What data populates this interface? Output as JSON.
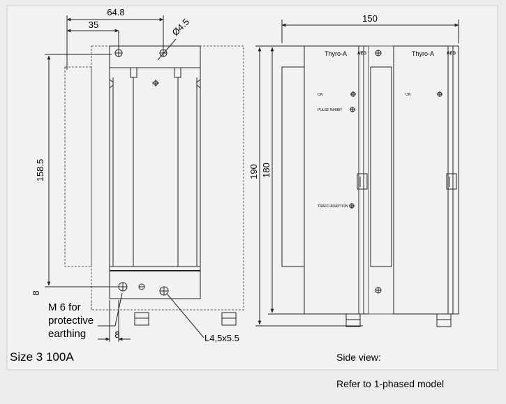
{
  "panel": {
    "background": "#f2f2f2",
    "line_color": "#222222",
    "dashed_color": "#555555"
  },
  "front_view": {
    "dim_width_total": "64.8",
    "dim_width_hole": "35",
    "dim_hole_diameter": "Ø4.5",
    "dim_height": "158.5",
    "dim_bottom_offset": "8",
    "dim_bottom_width": "8",
    "slot_label": "L4,5x5.5",
    "earth_note": "M 6 for\nprotective\nearthing"
  },
  "side_view": {
    "dim_width": "150",
    "dim_height_outer": "190",
    "dim_height_inner": "180",
    "module_left": {
      "title": "Thyro-A",
      "brand": "AEG",
      "leds": [
        "ON",
        "PULSE INHIBIT"
      ],
      "adjust": "TRAFO ADAPTION"
    },
    "module_right": {
      "title": "Thyro-A",
      "brand": "AEG",
      "leds": [
        "ON"
      ]
    },
    "caption_line1": "Side view:",
    "caption_line2": "Refer to 1-phased model"
  },
  "size_label": "Size 3  100A"
}
